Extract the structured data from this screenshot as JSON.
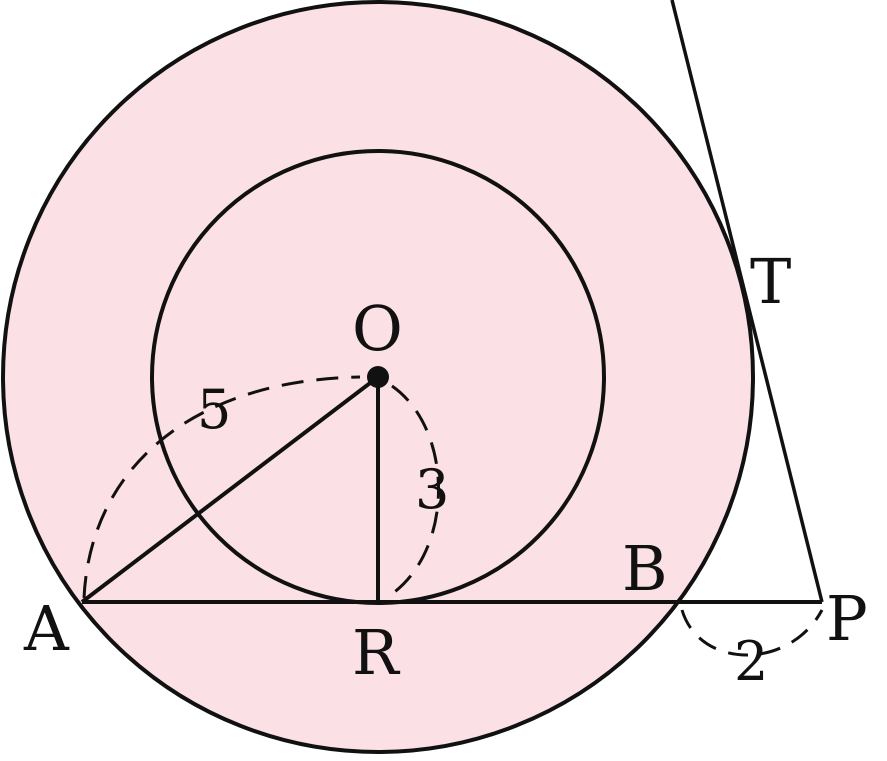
{
  "colors": {
    "fill": "#fbe0e5",
    "stroke": "#111111"
  },
  "points": {
    "O": "O",
    "A": "A",
    "B": "B",
    "R": "R",
    "P": "P",
    "T": "T"
  },
  "measures": {
    "AO": "5",
    "OR": "3",
    "BP": "2"
  }
}
